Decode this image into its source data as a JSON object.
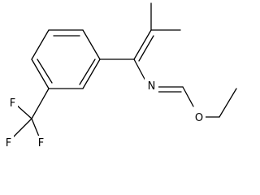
{
  "molecule": {
    "atoms": {
      "fluorine_1": "F",
      "fluorine_2": "F",
      "fluorine_3": "F",
      "nitrogen": "N",
      "oxygen": "O"
    }
  },
  "colors": {
    "bond": "#000000",
    "label": "#000000",
    "background": "#ffffff"
  }
}
